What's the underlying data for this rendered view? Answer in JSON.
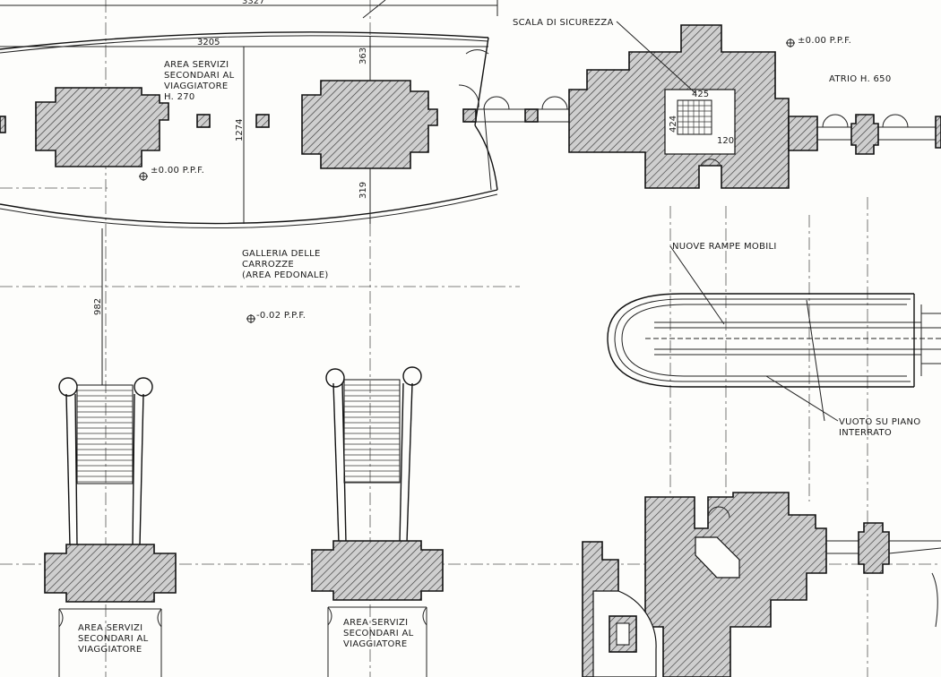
{
  "dimensions": {
    "top_width": "3327",
    "inner_width": "3205",
    "depth_center": "1274",
    "top_depth": "363",
    "bottom_depth": "319",
    "gallery_to_stair": "982",
    "stair_w": "425",
    "stair_d": "424",
    "stair_landing": "120"
  },
  "labels": {
    "services_top_l1": "AREA SERVIZI",
    "services_top_l2": "SECONDARI AL",
    "services_top_l3": "VIAGGIATORE",
    "services_top_l4": "H. 270",
    "level_zero_left": "±0.00 P.P.F.",
    "level_zero_right": "±0.00 P.P.F.",
    "gallery_l1": "GALLERIA DELLE",
    "gallery_l2": "CARROZZE",
    "gallery_l3": "(AREA PEDONALE)",
    "level_gallery": "-0.02 P.P.F.",
    "safety_stair": "SCALA DI SICUREZZA",
    "atrium": "ATRIO H. 650",
    "ramps": "NUOVE RAMPE MOBILI",
    "void_l1": "VUOTO SU PIANO",
    "void_l2": "INTERRATO",
    "services_bl_l1": "AREA SERVIZI",
    "services_bl_l2": "SECONDARI AL",
    "services_bl_l3": "VIAGGIATORE",
    "services_bm_l1": "AREA SERVIZI",
    "services_bm_l2": "SECONDARI AL",
    "services_bm_l3": "VIAGGIATORE"
  }
}
